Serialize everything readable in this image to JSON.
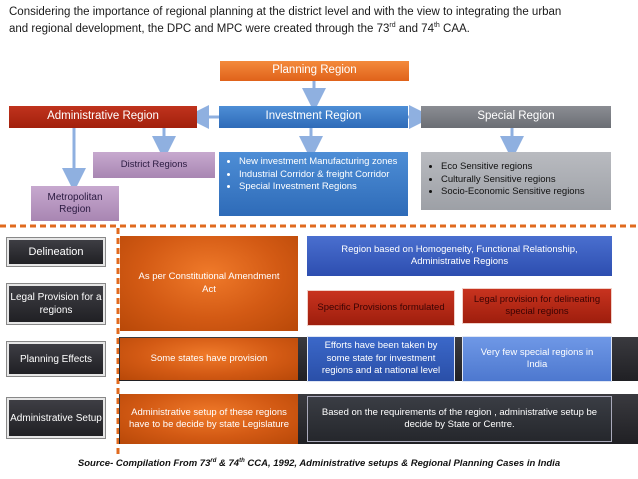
{
  "intro": {
    "line1": "Considering the importance of regional planning at the district level and with the view to integrating the urban",
    "line2_pre": "and regional development, the DPC and MPC were created through the 73",
    "sup1": "rd",
    "line2_mid": " and 74",
    "sup2": "th",
    "line2_post": "  CAA."
  },
  "top": {
    "planning_region": "Planning Region",
    "administrative_region": "Administrative Region",
    "investment_region": "Investment Region",
    "special_region": "Special Region",
    "district_regions": "District Regions",
    "metropolitan_region": "Metropolitan Region",
    "investment_bullets": [
      "New investment Manufacturing zones",
      "Industrial Corridor & freight Corridor",
      "Special Investment Regions"
    ],
    "special_bullets": [
      "Eco Sensitive regions",
      "Culturally Sensitive regions",
      "Socio-Economic Sensitive regions"
    ]
  },
  "rows": {
    "delineation": "Delineation",
    "legal_provision": "Legal Provision for a regions",
    "planning_effects": "Planning Effects",
    "administrative_setup": "Administrative Setup"
  },
  "cells": {
    "region_based_on": "Region based on Homogeneity,  Functional Relationship, Administrative Regions",
    "constitutional_amendment": "As per Constitutional Amendment Act",
    "specific_provisions": "Specific Provisions formulated",
    "legal_provision_delineating": "Legal provision for delineating special regions",
    "some_states": "Some states have provision",
    "efforts_taken": "Efforts have been taken  by some state for investment regions  and at national level",
    "very_few_special": "Very few special regions in India",
    "admin_setup_state": "Administrative setup of these regions have to be decide by state Legislature",
    "based_on_requirements": "Based on the requirements  of the region , administrative setup be decide by  State or Centre."
  },
  "source": {
    "pre": "Source- Compilation From 73",
    "sup1": "rd",
    "mid": "  & 74",
    "sup2": "th",
    "post": "  CCA, 1992, Administrative setups & Regional Planning Cases in India"
  },
  "colors": {
    "orange": "#e0621a",
    "red": "#a2200c",
    "blue": "#2e6bb8",
    "grey": "#6b6e74",
    "dashed_line": "#e06a1e"
  }
}
